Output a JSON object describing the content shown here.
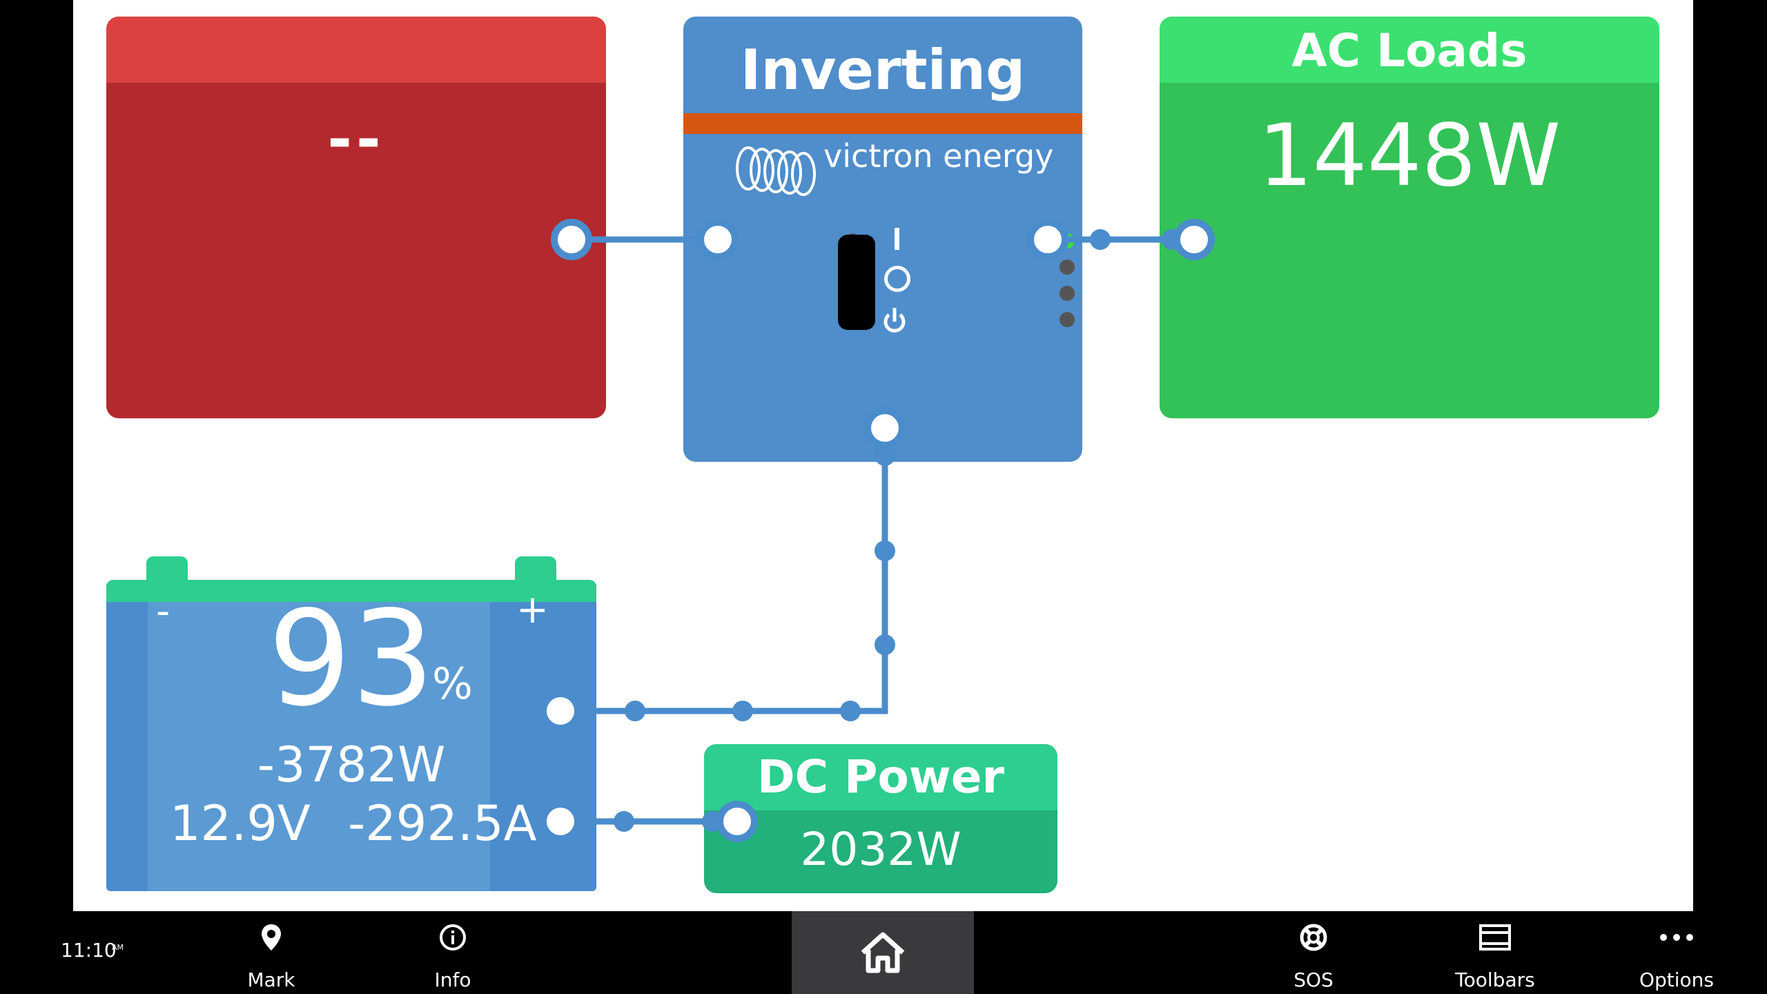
{
  "grid": {
    "value": "--"
  },
  "inverter": {
    "state": "Inverting",
    "brand": "victron energy"
  },
  "ac_loads": {
    "title": "AC Loads",
    "value": "1448W"
  },
  "battery": {
    "soc": "93",
    "soc_unit": "%",
    "power": "-3782W",
    "voltage": "12.9V",
    "current": "-292.5A",
    "minus": "-",
    "plus": "+"
  },
  "dc_power": {
    "title": "DC Power",
    "value": "2032W"
  },
  "navbar": {
    "clock": "11:10",
    "ampm": "AM",
    "items": [
      {
        "label": "Mark",
        "icon": "map-pin-icon"
      },
      {
        "label": "Info",
        "icon": "info-icon"
      },
      {
        "label": "SOS",
        "icon": "lifebuoy-icon"
      },
      {
        "label": "Toolbars",
        "icon": "toolbars-icon"
      },
      {
        "label": "Options",
        "icon": "more-dots-icon"
      }
    ],
    "home_icon": "home-icon"
  },
  "colors": {
    "grid": "#b3292d",
    "inverter": "#4f8dcb",
    "ac_loads": "#33c257",
    "battery": "#4a8ccc",
    "dc_power": "#22b07b",
    "stripe": "#d6560f",
    "led_on": "#34e03a"
  }
}
